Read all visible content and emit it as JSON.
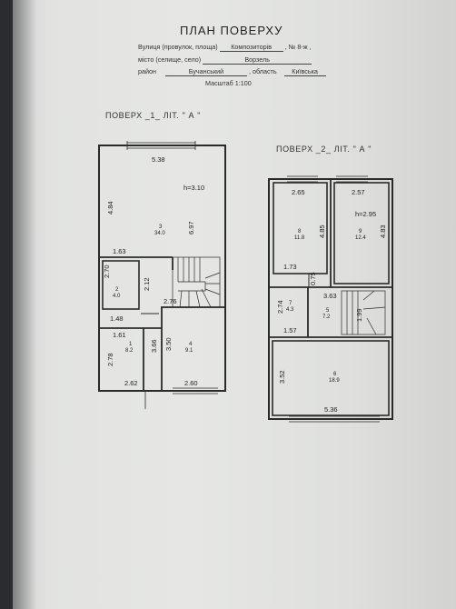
{
  "title": "ПЛАН ПОВЕРХУ",
  "address": {
    "street_label": "Вулиця (провулок, площа)",
    "street_value": "Композиторів",
    "number_label": ", № 8-ж ,",
    "city_label": "місто (селище, село)",
    "city_value": "Ворзель",
    "district_label": "район",
    "district_value": "Бучанський",
    "oblast_label": ", область",
    "oblast_value": "Київська",
    "scale_label": "Масштаб 1:100"
  },
  "floor1": {
    "label": "ПОВЕРХ _1_ ЛІТ. \" А \"",
    "rooms": [
      {
        "num": "3",
        "area": "34.0"
      },
      {
        "num": "2",
        "area": "4.0"
      },
      {
        "num": "1",
        "area": "8.2"
      },
      {
        "num": "4",
        "area": "9.1"
      }
    ],
    "dims": [
      "5.38",
      "h=3.10",
      "4.84",
      "6.97",
      "1.63",
      "2.70",
      "2.12",
      "2.76",
      "1.48",
      "1.61",
      "2.78",
      "3.66",
      "3.50",
      "2.62",
      "2.60"
    ]
  },
  "floor2": {
    "label": "ПОВЕРХ _2_ ЛІТ. \" А \"",
    "rooms": [
      {
        "num": "8",
        "area": "11.8"
      },
      {
        "num": "9",
        "area": "12.4"
      },
      {
        "num": "7",
        "area": "4.3"
      },
      {
        "num": "5",
        "area": "7.2"
      },
      {
        "num": "6",
        "area": "18.9"
      }
    ],
    "dims": [
      "2.65",
      "2.57",
      "h=2.95",
      "4.85",
      "4.83",
      "1.73",
      "0.75",
      "3.63",
      "2.74",
      "1.57",
      "1.99",
      "3.52",
      "5.36"
    ]
  }
}
